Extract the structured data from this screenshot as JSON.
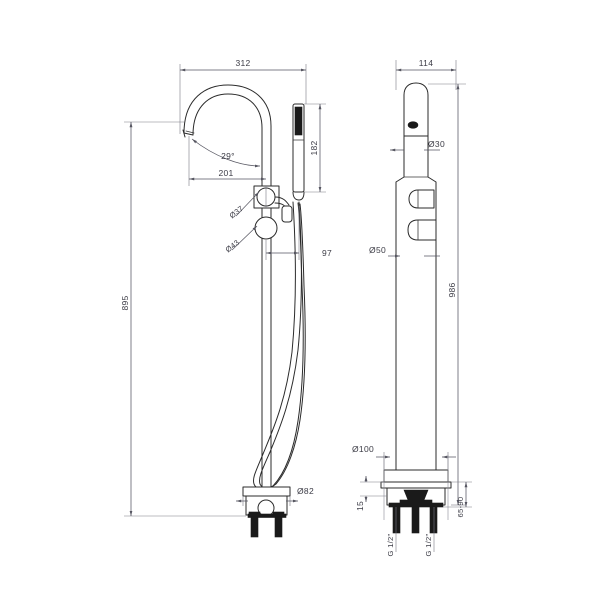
{
  "drawing": {
    "title": "Floor standing bath mixer tap - technical dimension drawing",
    "background_color": "#ffffff",
    "line_color": "#2b2b2b",
    "dimension_color": "#555560",
    "text_color": "#3c3c46",
    "units": "mm"
  },
  "views": {
    "front": {
      "name": "front-elevation",
      "dimensions": {
        "spout_reach_total": "312",
        "spout_reach_inner": "201",
        "spout_angle": "29°",
        "handshower_length": "182",
        "handshower_offset": "97",
        "overall_height": "895",
        "upper_valve_diameter": "Ø37",
        "lower_valve_diameter": "Ø43",
        "base_cover_diameter": "Ø82"
      }
    },
    "side": {
      "name": "side-elevation",
      "dimensions": {
        "width": "114",
        "spout_outlet_diameter": "Ø30",
        "column_diameter": "Ø50",
        "overall_height": "986",
        "base_plate_diameter": "Ø100",
        "plate_thickness": "15",
        "floor_depth_range": "65-90",
        "inlet_thread_left": "G 1/2\"",
        "inlet_thread_right": "G 1/2\""
      }
    }
  },
  "labels": {
    "d_312": "312",
    "d_201": "201",
    "d_29deg": "29°",
    "d_182": "182",
    "d_97": "97",
    "d_895": "895",
    "d_37": "Ø37",
    "d_43": "Ø43",
    "d_82": "Ø82",
    "d_114": "114",
    "d_30": "Ø30",
    "d_50": "Ø50",
    "d_986": "986",
    "d_100": "Ø100",
    "d_15": "15",
    "d_6590": "65-90",
    "d_thread_left": "G 1/2\"",
    "d_thread_right": "G 1/2\""
  }
}
